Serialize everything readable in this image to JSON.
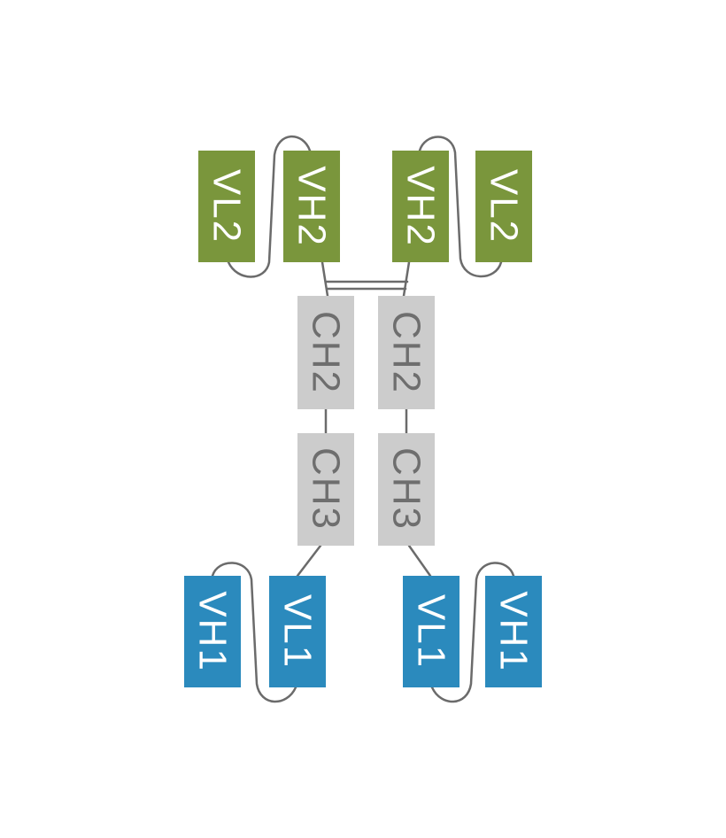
{
  "colors": {
    "heavy_variable_2": "#7a963c",
    "constant_domain": "#cccccc",
    "variable_1": "#2b8abd",
    "text_light": "#ffffff",
    "text_dark": "#6e6e6e",
    "connector": "#6b6b6b"
  },
  "domains": {
    "vl2_left": "VL2",
    "vh2_left": "VH2",
    "vh2_right": "VH2",
    "vl2_right": "VL2",
    "ch2_left": "CH2",
    "ch2_right": "CH2",
    "ch3_left": "CH3",
    "ch3_right": "CH3",
    "vh1_left": "VH1",
    "vl1_left": "VL1",
    "vl1_right": "VL1",
    "vh1_right": "VH1"
  }
}
